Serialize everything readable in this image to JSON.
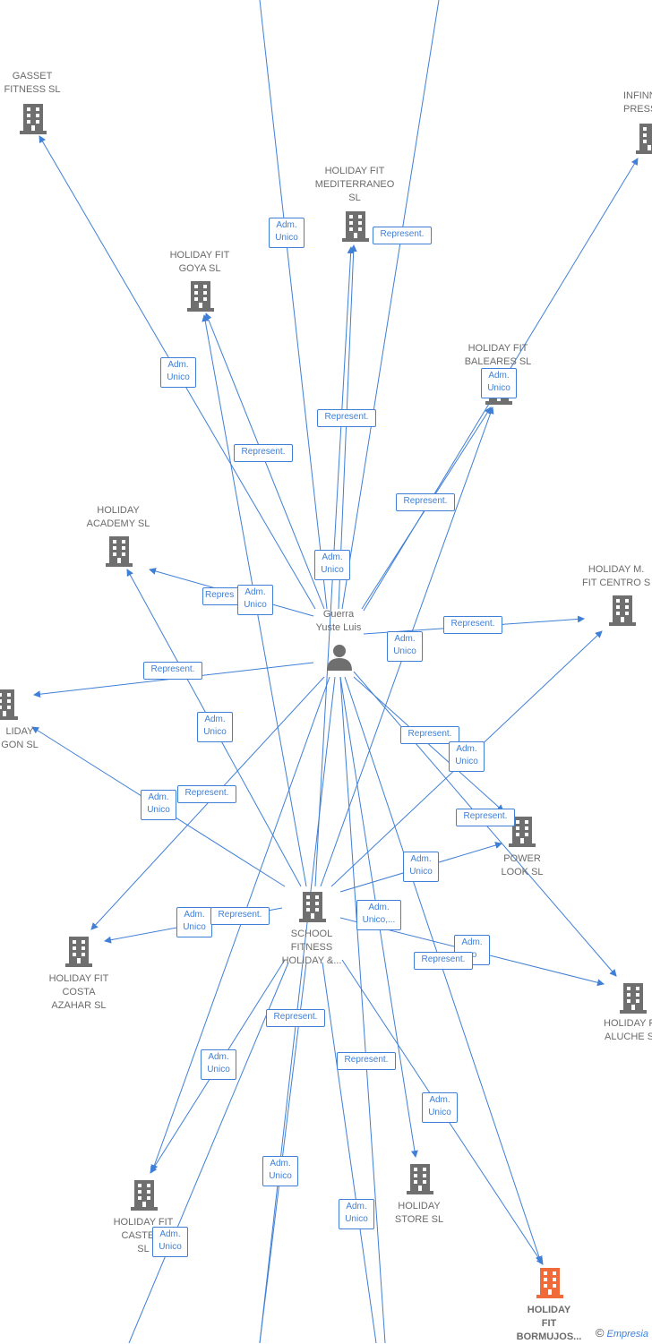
{
  "colors": {
    "edge": "#3f7fd6",
    "icon": "#6f6f6f",
    "highlight": "#f06a3a"
  },
  "nodes": {
    "gasset": "GASSET\nFITNESS SL",
    "infinn": "INFINN\nPRESS",
    "mediterraneo": "HOLIDAY FIT\nMEDITERRANEO\nSL",
    "goya": "HOLIDAY FIT\nGOYA SL",
    "baleares": "HOLIDAY FIT\nBALEARES SL",
    "academy": "HOLIDAY\nACADEMY SL",
    "centro": "HOLIDAY M.\nFIT CENTRO S",
    "person": "Guerra\nYuste Luis",
    "aragon": "LIDAY\nGON SL",
    "power": "POWER\nLOOK SL",
    "school": "SCHOOL\nFITNESS\nHOLIDAY &...",
    "costa": "HOLIDAY FIT\nCOSTA\nAZAHAR SL",
    "aluche": "HOLIDAY F\nALUCHE S",
    "castell": "HOLIDAY FIT\nCASTELL\nSL",
    "store": "HOLIDAY\nSTORE SL",
    "bormujos": "HOLIDAY\nFIT\nBORMUJOS..."
  },
  "tags": {
    "adm": "Adm.\nUnico",
    "adm_trunc": "Adm.\nUnico,...",
    "adm_partial": "Adm.\nco",
    "rep": "Represent.",
    "rep_partial": "Repres"
  },
  "watermark": {
    "symbol": "©",
    "brand": "Empresia"
  }
}
